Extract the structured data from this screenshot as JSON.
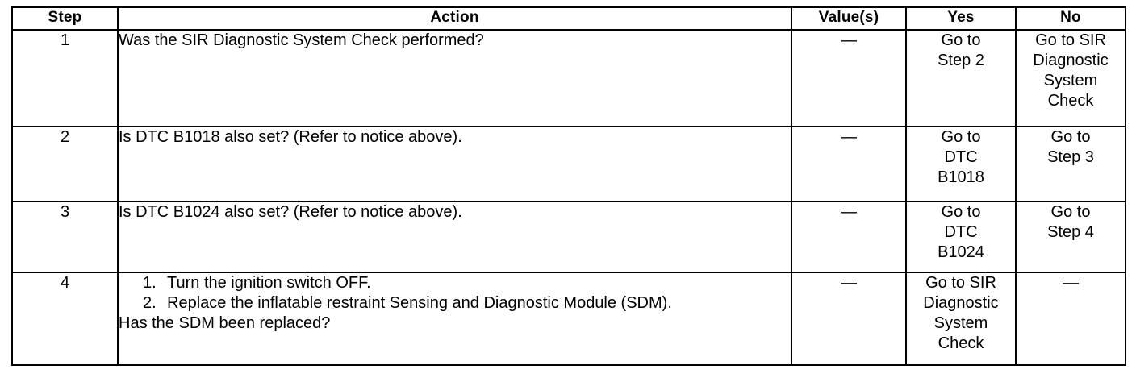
{
  "table": {
    "headers": {
      "step": "Step",
      "action": "Action",
      "value": "Value(s)",
      "yes": "Yes",
      "no": "No"
    },
    "rows": [
      {
        "step": "1",
        "action": "Was the SIR Diagnostic System Check performed?",
        "value": "—",
        "yes": [
          "Go to",
          "Step 2"
        ],
        "no": [
          "Go to SIR",
          "Diagnostic",
          "System",
          "Check"
        ]
      },
      {
        "step": "2",
        "action": "Is DTC B1018 also set? (Refer to notice above).",
        "value": "—",
        "yes": [
          "Go to",
          "DTC",
          "B1018"
        ],
        "no": [
          "Go to",
          "Step 3"
        ]
      },
      {
        "step": "3",
        "action": "Is DTC B1024 also set? (Refer to notice above).",
        "value": "—",
        "yes": [
          "Go to",
          "DTC",
          "B1024"
        ],
        "no": [
          "Go to",
          "Step 4"
        ]
      },
      {
        "step": "4",
        "action_list": [
          "Turn the ignition switch OFF.",
          "Replace the inflatable restraint Sensing and Diagnostic Module (SDM)."
        ],
        "action_tail": "Has the SDM been replaced?",
        "value": "—",
        "yes": [
          "Go to SIR",
          "Diagnostic",
          "System",
          "Check"
        ],
        "no": [
          "—"
        ]
      }
    ]
  }
}
